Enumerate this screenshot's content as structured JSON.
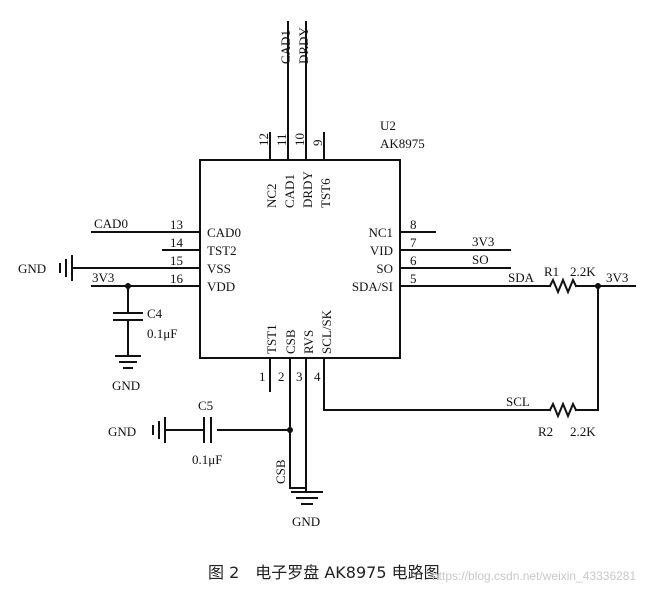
{
  "chip": {
    "ref": "U2",
    "part": "AK8975"
  },
  "pins": {
    "p1": {
      "num": "1",
      "name": "TST1"
    },
    "p2": {
      "num": "2",
      "name": "CSB"
    },
    "p3": {
      "num": "3",
      "name": "RVS"
    },
    "p4": {
      "num": "4",
      "name": "SCL/SK"
    },
    "p5": {
      "num": "5",
      "name": "SDA/SI"
    },
    "p6": {
      "num": "6",
      "name": "SO"
    },
    "p7": {
      "num": "7",
      "name": "VID"
    },
    "p8": {
      "num": "8",
      "name": "NC1"
    },
    "p9": {
      "num": "9",
      "name": "TST6"
    },
    "p10": {
      "num": "10",
      "name": "DRDY"
    },
    "p11": {
      "num": "11",
      "name": "CAD1"
    },
    "p12": {
      "num": "12",
      "name": "NC2"
    },
    "p13": {
      "num": "13",
      "name": "CAD0"
    },
    "p14": {
      "num": "14",
      "name": "TST2"
    },
    "p15": {
      "num": "15",
      "name": "VSS"
    },
    "p16": {
      "num": "16",
      "name": "VDD"
    }
  },
  "nets": {
    "cad0": "CAD0",
    "cad1": "CAD1",
    "drdy": "DRDY",
    "gnd": "GND",
    "v3v3": "3V3",
    "so": "SO",
    "sda": "SDA",
    "scl": "SCL",
    "csb": "CSB"
  },
  "components": {
    "c4": {
      "ref": "C4",
      "value": "0.1μF"
    },
    "c5": {
      "ref": "C5",
      "value": "0.1μF"
    },
    "r1": {
      "ref": "R1",
      "value": "2.2K"
    },
    "r2": {
      "ref": "R2",
      "value": "2.2K"
    }
  },
  "caption": "图 2　电子罗盘 AK8975 电路图",
  "watermark": "https://blog.csdn.net/weixin_43336281"
}
